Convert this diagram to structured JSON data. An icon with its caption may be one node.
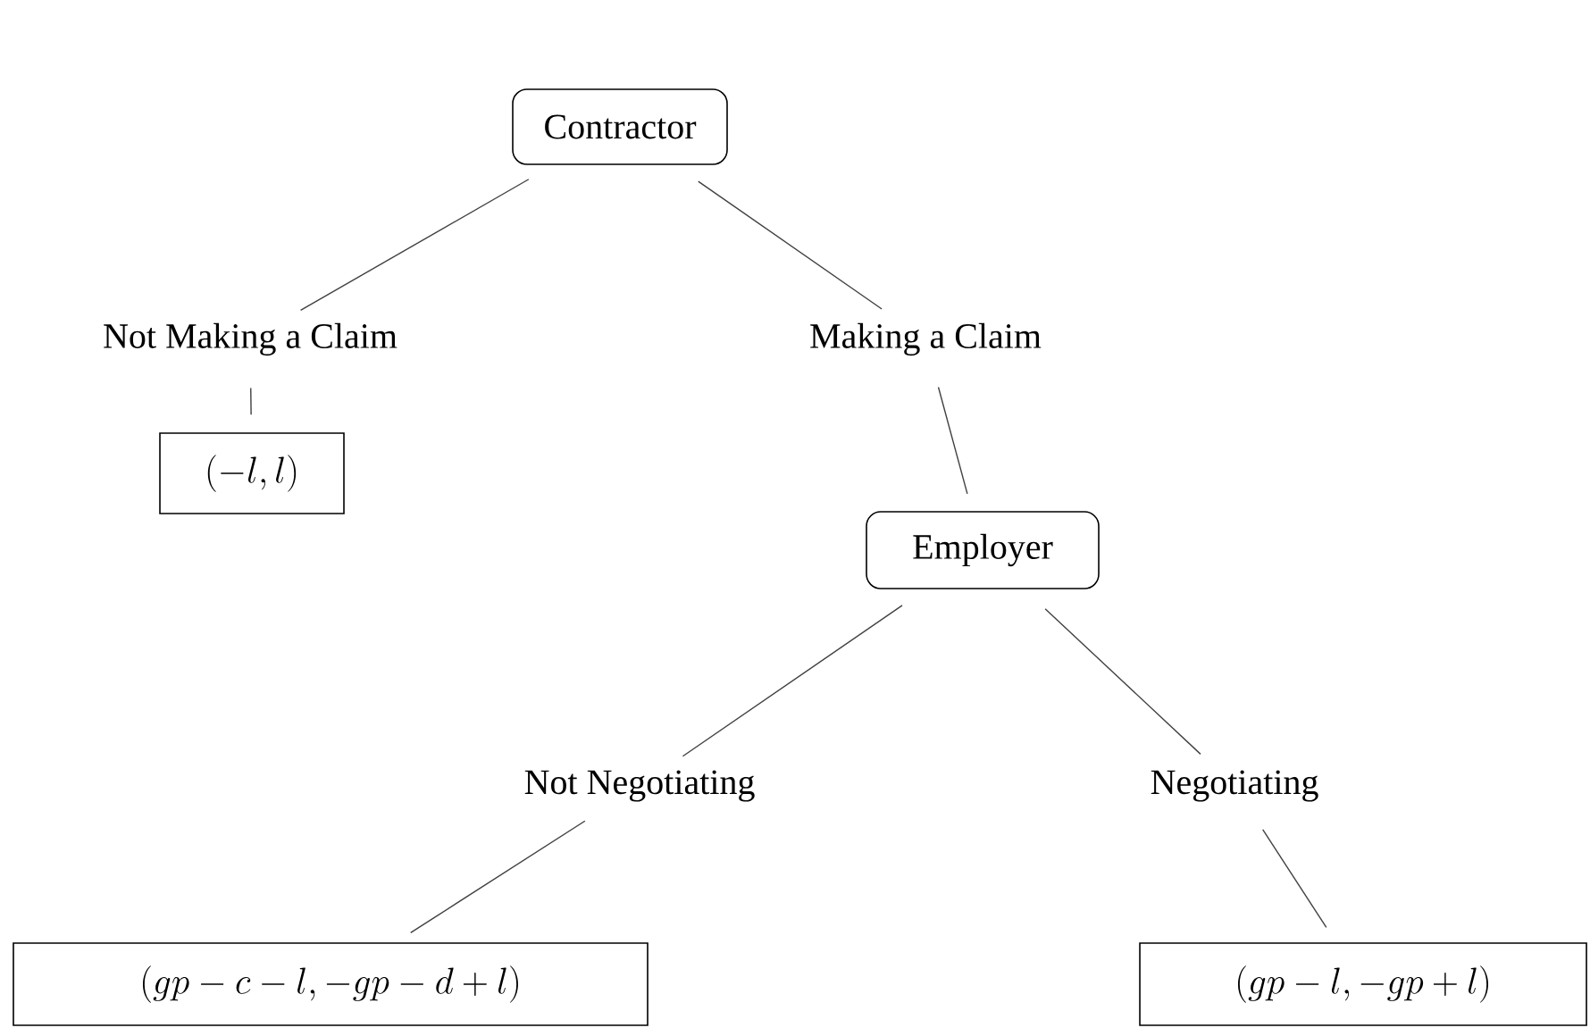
{
  "diagram": {
    "nodes": [
      {
        "text": [
          "Contractor"
        ]
      },
      {
        "text": [
          "Not Making a Claim"
        ]
      },
      {
        "text": [
          "Making a Claim"
        ]
      },
      {
        "text": [
          "\\left(-l,l\\right)"
        ]
      },
      {
        "text": [
          "Employer"
        ]
      },
      {
        "text": [
          "Not Negotiating"
        ]
      },
      {
        "text": [
          "Negotiating"
        ]
      },
      {
        "text": [
          "\\left(gp-c-l,-gp-d+l\\right)"
        ]
      },
      {
        "text": [
          "\\left(gp-l,-gp+l\\right)"
        ]
      }
    ],
    "edges": [
      {
        "from": 0,
        "to": 1,
        "arrow": "none"
      },
      {
        "from": 0,
        "to": 2,
        "arrow": "none"
      },
      {
        "from": 1,
        "to": 3,
        "arrow": "none"
      },
      {
        "from": 2,
        "to": 4,
        "arrow": "none"
      },
      {
        "from": 4,
        "to": 5,
        "arrow": "none"
      },
      {
        "from": 4,
        "to": 6,
        "arrow": "none"
      },
      {
        "from": 5,
        "to": 7,
        "arrow": "none"
      },
      {
        "from": 6,
        "to": 8,
        "arrow": "none"
      }
    ]
  }
}
